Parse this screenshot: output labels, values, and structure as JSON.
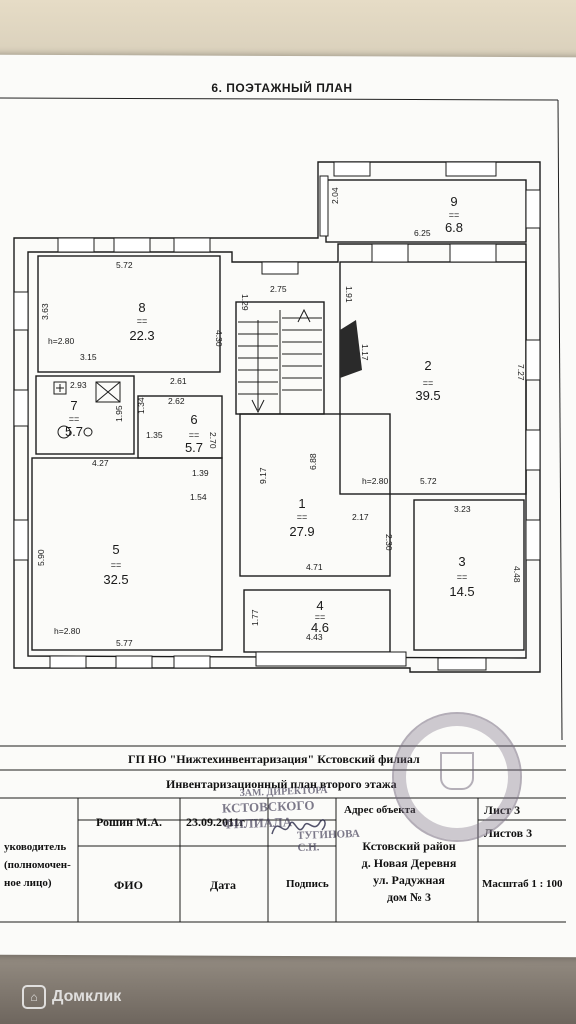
{
  "sheet_title": "6. ПОЭТАЖНЫЙ ПЛАН",
  "rooms": [
    {
      "num": "1",
      "area": "27.9"
    },
    {
      "num": "2",
      "area": "39.5"
    },
    {
      "num": "3",
      "area": "14.5"
    },
    {
      "num": "4",
      "area": "4.6"
    },
    {
      "num": "5",
      "area": "32.5"
    },
    {
      "num": "6",
      "area": "5.7"
    },
    {
      "num": "7",
      "area": "5.7"
    },
    {
      "num": "8",
      "area": "22.3"
    },
    {
      "num": "9",
      "area": "6.8"
    }
  ],
  "dims": {
    "d572a": "5.72",
    "d363": "3.63",
    "h280a": "h=2.80",
    "d315": "3.15",
    "d430": "4.30",
    "d129": "1.29",
    "d275": "2.75",
    "d191": "1.91",
    "d117": "1.17",
    "d727": "7.27",
    "d204": "2.04",
    "d625": "6.25",
    "d293": "2.93",
    "d261": "2.61",
    "d262": "2.62",
    "d195": "1.95",
    "d134": "1.34",
    "d135": "1.35",
    "d270": "2.70",
    "d427": "4.27",
    "d139": "1.39",
    "d154": "1.54",
    "d917": "9.17",
    "d688": "6.88",
    "h280b": "h=2.80",
    "d572b": "5.72",
    "d323": "3.23",
    "d217": "2.17",
    "d230": "2.30",
    "d471": "4.71",
    "d448": "4.48",
    "d590": "5.90",
    "h280c": "h=2.80",
    "d577": "5.77",
    "d177": "1.77",
    "d443": "4.43"
  },
  "title_block": {
    "org": "ГП НО \"Нижтехинвентаризация\"  Кстовский филиал",
    "plan_title": "Инвентаризационный план второго этажа",
    "object_label": "Адрес объекта",
    "sheet": "Лист 3",
    "sheets": "Листов 3",
    "name": "Рошин М.А.",
    "date_value": "23.09.2011г",
    "role": "уководитель\n(полномочен-\nное лицо)",
    "fio_label": "ФИО",
    "date_label": "Дата",
    "sign_label": "Подпись",
    "address": "Кстовский район\nд. Новая Деревня\nул. Радужная\nдом № 3",
    "scale": "Масштаб 1 : 100"
  },
  "stamp": {
    "line1": "ЗАМ. ДИРЕКТОРА",
    "line2": "КСТОВСКОГО ФИЛИАЛА",
    "line3": "ТУГИНОВА С.Н."
  },
  "watermark": "Домклик"
}
